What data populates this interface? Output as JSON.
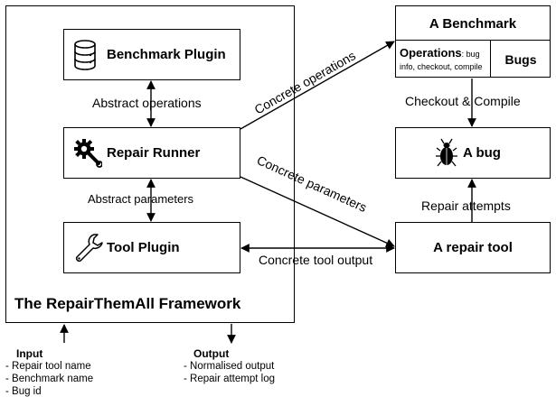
{
  "framework": {
    "title": "The RepairThemAll Framework",
    "benchmark_plugin": "Benchmark Plugin",
    "repair_runner": "Repair Runner",
    "tool_plugin": "Tool Plugin",
    "abstract_operations": "Abstract operations",
    "abstract_parameters": "Abstract parameters"
  },
  "benchmark": {
    "title": "A Benchmark",
    "operations_label": "Operations",
    "operations_detail_1": ": bug",
    "operations_detail_2": "info, checkout, compile",
    "bugs": "Bugs"
  },
  "bug_box": {
    "label": "A bug"
  },
  "repair_tool": {
    "label": "A repair tool"
  },
  "edges": {
    "concrete_operations": "Concrete operations",
    "concrete_parameters": "Concrete parameters",
    "concrete_tool_output": "Concrete tool output",
    "checkout_compile": "Checkout & Compile",
    "repair_attempts": "Repair attempts"
  },
  "input": {
    "title": "Input",
    "items": [
      "- Repair tool name",
      "- Benchmark name",
      "- Bug id"
    ]
  },
  "output": {
    "title": "Output",
    "items": [
      "- Normalised output",
      "- Repair attempt log"
    ]
  },
  "icons": [
    "database-icon",
    "gear-wrench-icon",
    "wrench-icon",
    "bug-icon"
  ]
}
